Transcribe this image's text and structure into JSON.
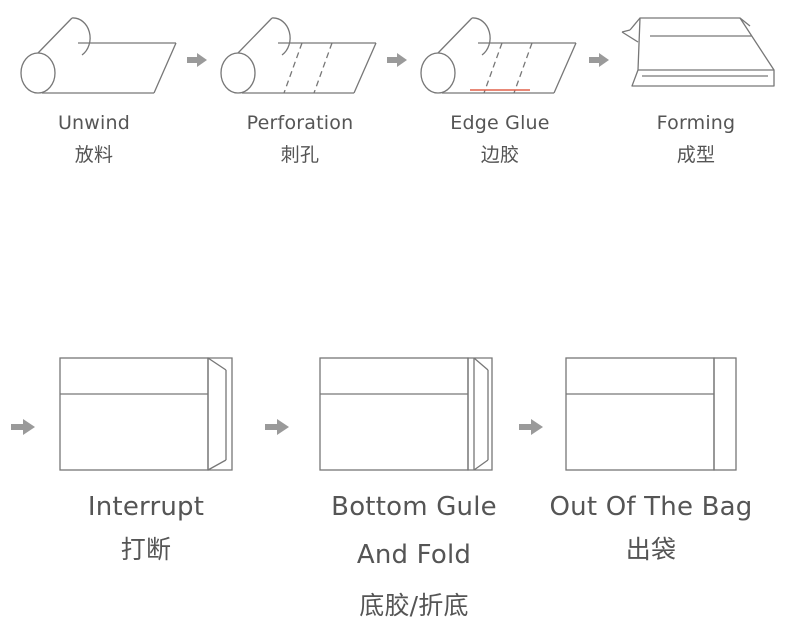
{
  "colors": {
    "stroke": "#777777",
    "arrow": "#9a9a9a",
    "text": "#555555",
    "glue": "#e0604a"
  },
  "steps": [
    {
      "id": "unwind",
      "label_en": "Unwind",
      "label_zh": "放料",
      "icon": "film-roll-icon"
    },
    {
      "id": "perforation",
      "label_en": "Perforation",
      "label_zh": "刺孔",
      "icon": "perforated-roll-icon"
    },
    {
      "id": "edge-glue",
      "label_en": "Edge Glue",
      "label_zh": "边胶",
      "icon": "glued-roll-icon"
    },
    {
      "id": "forming",
      "label_en": "Forming",
      "label_zh": "成型",
      "icon": "formed-sheet-icon"
    },
    {
      "id": "interrupt",
      "label_en": "Interrupt",
      "label_zh": "打断",
      "icon": "cut-bag-icon"
    },
    {
      "id": "bottom-glue-fold",
      "label_en": "Bottom Gule",
      "label_en2": "And Fold",
      "label_zh": "底胶/折底",
      "icon": "folded-bag-icon"
    },
    {
      "id": "out-of-bag",
      "label_en": "Out Of The Bag",
      "label_zh": "出袋",
      "icon": "finished-bag-icon"
    }
  ]
}
